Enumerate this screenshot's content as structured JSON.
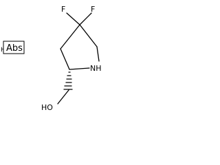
{
  "molecule": {
    "atoms": {
      "fluorine_left": "F",
      "fluorine_right": "F",
      "nitrogen": "NH",
      "hydroxyl": "HO"
    },
    "salt_label": "HCl",
    "stereo_label": "Abs",
    "stereo_bond": "hashed-wedge"
  }
}
